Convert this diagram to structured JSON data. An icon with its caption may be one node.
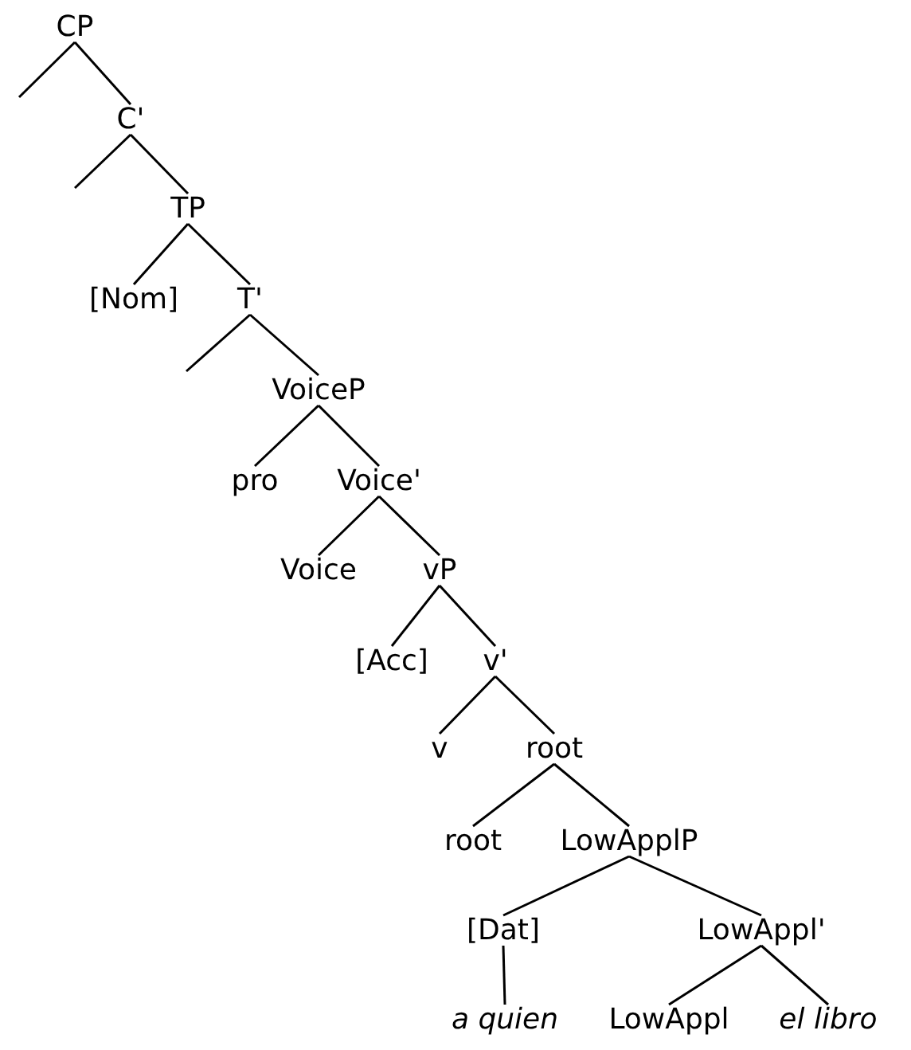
{
  "diagram": {
    "nodes": [
      {
        "text": [
          "CP"
        ]
      },
      {
        "text": [
          "C'"
        ]
      },
      {
        "text": [
          "TP"
        ]
      },
      {
        "text": [
          "[Nom]"
        ]
      },
      {
        "text": [
          "T'"
        ]
      },
      {
        "text": [
          "VoiceP"
        ]
      },
      {
        "text": [
          "pro"
        ]
      },
      {
        "text": [
          "Voice'"
        ]
      },
      {
        "text": [
          "Voice"
        ]
      },
      {
        "text": [
          "vP"
        ]
      },
      {
        "text": [
          "[Acc]"
        ]
      },
      {
        "text": [
          "v'"
        ]
      },
      {
        "text": [
          "v"
        ]
      },
      {
        "text": [
          "root"
        ]
      },
      {
        "text": [
          "root"
        ]
      },
      {
        "text": [
          "LowApplP"
        ]
      },
      {
        "text": [
          "[Dat]"
        ]
      },
      {
        "text": [
          "LowAppl'"
        ]
      },
      {
        "text": [
          "a quien"
        ]
      },
      {
        "text": [
          "LowAppl"
        ]
      },
      {
        "text": [
          "el libro"
        ]
      }
    ],
    "edges": [
      {
        "from": 0,
        "to": null,
        "arrow": "none"
      },
      {
        "from": 0,
        "to": 1,
        "arrow": "none"
      },
      {
        "from": 1,
        "to": null,
        "arrow": "none"
      },
      {
        "from": 1,
        "to": 2,
        "arrow": "none"
      },
      {
        "from": 2,
        "to": 3,
        "arrow": "none"
      },
      {
        "from": 2,
        "to": 4,
        "arrow": "none"
      },
      {
        "from": 4,
        "to": null,
        "arrow": "none"
      },
      {
        "from": 4,
        "to": 5,
        "arrow": "none"
      },
      {
        "from": 5,
        "to": 6,
        "arrow": "none"
      },
      {
        "from": 5,
        "to": 7,
        "arrow": "none"
      },
      {
        "from": 7,
        "to": 8,
        "arrow": "none"
      },
      {
        "from": 7,
        "to": 9,
        "arrow": "none"
      },
      {
        "from": 9,
        "to": 10,
        "arrow": "none"
      },
      {
        "from": 9,
        "to": 11,
        "arrow": "none"
      },
      {
        "from": 11,
        "to": 12,
        "arrow": "none"
      },
      {
        "from": 11,
        "to": 13,
        "arrow": "none"
      },
      {
        "from": 13,
        "to": 14,
        "arrow": "none"
      },
      {
        "from": 13,
        "to": 15,
        "arrow": "none"
      },
      {
        "from": 15,
        "to": 16,
        "arrow": "none"
      },
      {
        "from": 15,
        "to": 17,
        "arrow": "none"
      },
      {
        "from": 16,
        "to": 18,
        "arrow": "none"
      },
      {
        "from": 17,
        "to": 19,
        "arrow": "none"
      },
      {
        "from": 17,
        "to": 20,
        "arrow": "none"
      }
    ]
  }
}
